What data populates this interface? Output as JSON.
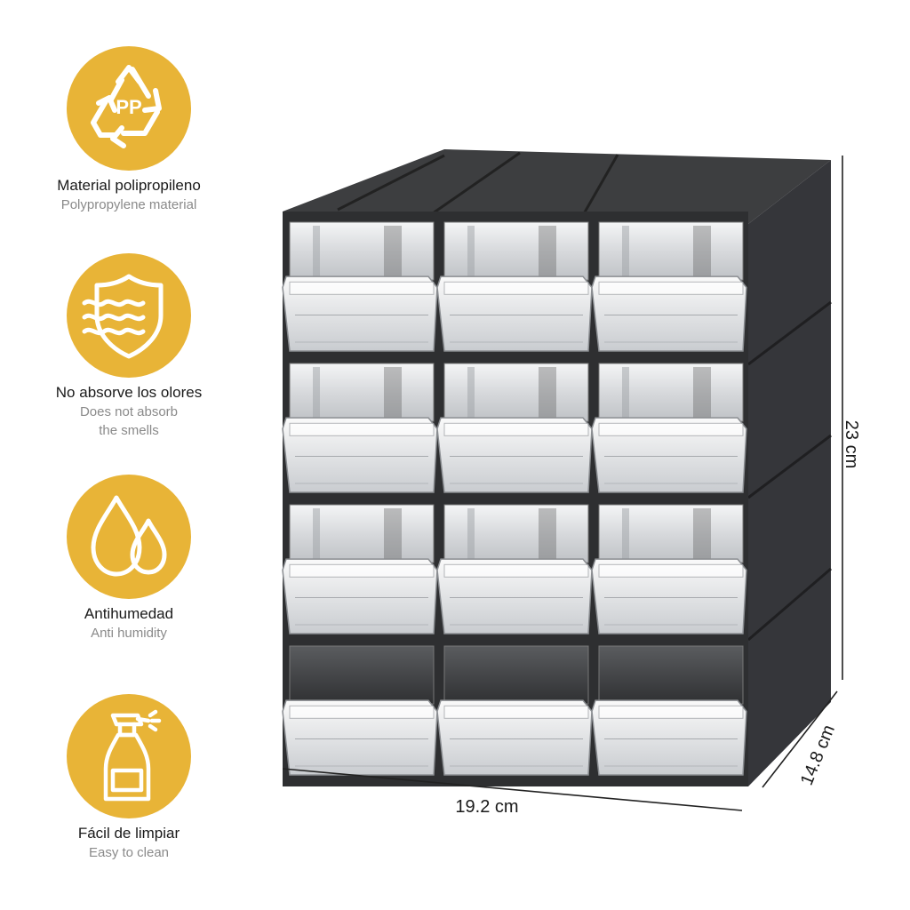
{
  "colors": {
    "accent": "#E8B437",
    "icon_stroke": "#ffffff",
    "cabinet": "#3a3b3d",
    "cabinet_dark": "#2a2b2c"
  },
  "features": [
    {
      "icon": "recycle-pp-icon",
      "icon_text": "PP",
      "title": "Material  polipropileno",
      "subtitle_lines": [
        "Polypropylene material"
      ]
    },
    {
      "icon": "odor-shield-icon",
      "title": "No absorve los olores",
      "subtitle_lines": [
        "Does not absorb",
        "the smells"
      ]
    },
    {
      "icon": "water-drops-icon",
      "title": "Antihumedad",
      "subtitle_lines": [
        "Anti humidity"
      ]
    },
    {
      "icon": "spray-bottle-icon",
      "title": "Fácil de limpiar",
      "subtitle_lines": [
        "Easy to clean"
      ]
    }
  ],
  "dimensions": {
    "width": "19.2 cm",
    "height": "23 cm",
    "depth": "14.8 cm"
  },
  "product": {
    "name": "drawer-cabinet",
    "rows": 4,
    "columns": 3
  }
}
